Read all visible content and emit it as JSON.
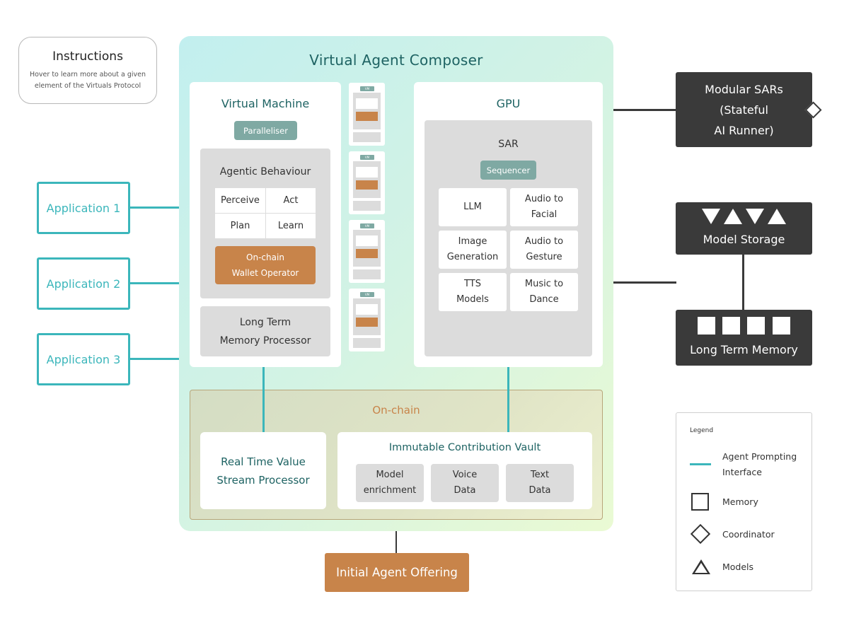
{
  "instructions": {
    "title": "Instructions",
    "text": "Hover to learn more about a given element of the Virtuals Protocol"
  },
  "composer": {
    "title": "Virtual Agent Composer",
    "virtual_machine": {
      "title": "Virtual Machine",
      "paralleliser": "Paralleliser",
      "agentic_behaviour": {
        "title": "Agentic Behaviour",
        "cells": [
          "Perceive",
          "Act",
          "Plan",
          "Learn"
        ],
        "wallet_line1": "On-chain",
        "wallet_line2": "Wallet Operator"
      },
      "memory_line1": "Long Term",
      "memory_line2": "Memory Processor"
    },
    "mini_vm_tag": "VM",
    "gpu": {
      "title": "GPU",
      "sar": {
        "title": "SAR",
        "sequencer": "Sequencer",
        "cells": [
          {
            "line1": "LLM",
            "line2": ""
          },
          {
            "line1": "Audio to",
            "line2": "Facial"
          },
          {
            "line1": "Image",
            "line2": "Generation"
          },
          {
            "line1": "Audio to",
            "line2": "Gesture"
          },
          {
            "line1": "TTS",
            "line2": "Models"
          },
          {
            "line1": "Music to",
            "line2": "Dance"
          }
        ]
      }
    },
    "onchain": {
      "title": "On-chain",
      "rtv_line1": "Real Time Value",
      "rtv_line2": "Stream Processor",
      "vault": {
        "title": "Immutable Contribution Vault",
        "cells": [
          {
            "line1": "Model",
            "line2": "enrichment"
          },
          {
            "line1": "Voice",
            "line2": "Data"
          },
          {
            "line1": "Text",
            "line2": "Data"
          }
        ]
      }
    }
  },
  "initial_offering": "Initial Agent Offering",
  "applications": [
    "Application 1",
    "Application 2",
    "Application 3"
  ],
  "right": {
    "sars_line1": "Modular SARs",
    "sars_line2": "(Stateful",
    "sars_line3": "AI Runner)",
    "model_storage": "Model Storage",
    "long_term_memory": "Long Term Memory"
  },
  "legend": {
    "title": "Legend",
    "api_line1": "Agent Prompting",
    "api_line2": "Interface",
    "memory": "Memory",
    "coordinator": "Coordinator",
    "models": "Models"
  },
  "colors": {
    "teal": "#3bb6bb",
    "dark": "#3a3a3a",
    "orange": "#c8844a",
    "title_teal": "#1e6363",
    "tag_grey_green": "#7fa9a3"
  }
}
